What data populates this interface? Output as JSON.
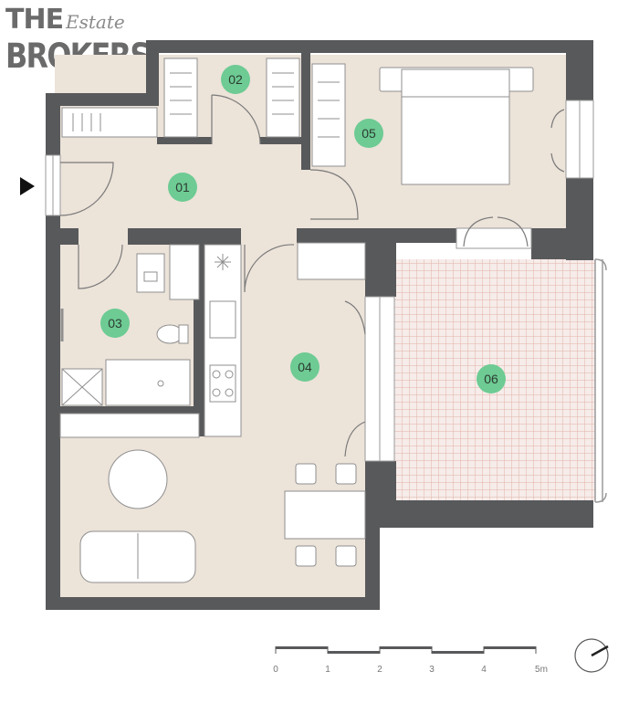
{
  "logo": {
    "line1": "THE",
    "script": "Estate",
    "line2": "BROKERS"
  },
  "rooms": [
    {
      "id": "room-01",
      "label": "01"
    },
    {
      "id": "room-02",
      "label": "02"
    },
    {
      "id": "room-03",
      "label": "03"
    },
    {
      "id": "room-04",
      "label": "04"
    },
    {
      "id": "room-05",
      "label": "05"
    },
    {
      "id": "room-06",
      "label": "06"
    }
  ],
  "scale_bar": {
    "ticks": [
      "0",
      "1",
      "2",
      "3",
      "4",
      "5m"
    ]
  },
  "colors": {
    "wall": "#58595b",
    "floor": "#ece3d9",
    "room_label_bg": "#6dcb93",
    "terrace_grid": "#e7b9ad",
    "terrace_bg": "#f6ecea",
    "furniture_stroke": "#8f8f8f",
    "scale_text": "#777777"
  },
  "icons": [
    "entrance-arrow-icon",
    "north-compass-icon"
  ]
}
